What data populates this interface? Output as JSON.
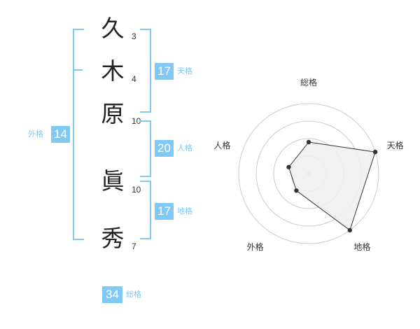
{
  "name": {
    "chars": [
      {
        "char": "久",
        "strokes": "3"
      },
      {
        "char": "木",
        "strokes": "4"
      },
      {
        "char": "原",
        "strokes": "10"
      },
      {
        "char": "眞",
        "strokes": "10"
      },
      {
        "char": "秀",
        "strokes": "7"
      }
    ]
  },
  "fortune": {
    "tenkaku": {
      "value": "17",
      "label": "天格"
    },
    "jinkaku": {
      "value": "20",
      "label": "人格"
    },
    "chikaku": {
      "value": "17",
      "label": "地格"
    },
    "gaikaku": {
      "value": "14",
      "label": "外格"
    },
    "soukaku": {
      "value": "34",
      "label": "総格"
    }
  },
  "chart_data": {
    "type": "radar",
    "axes": [
      "総格",
      "天格",
      "地格",
      "外格",
      "人格"
    ],
    "values": [
      0.45,
      1.0,
      1.0,
      0.3,
      0.3
    ],
    "range": [
      0,
      1
    ],
    "rings": 4,
    "colors": {
      "fill": "#eeeeee",
      "stroke": "#333333",
      "grid": "#cccccc",
      "point": "#333333"
    }
  }
}
